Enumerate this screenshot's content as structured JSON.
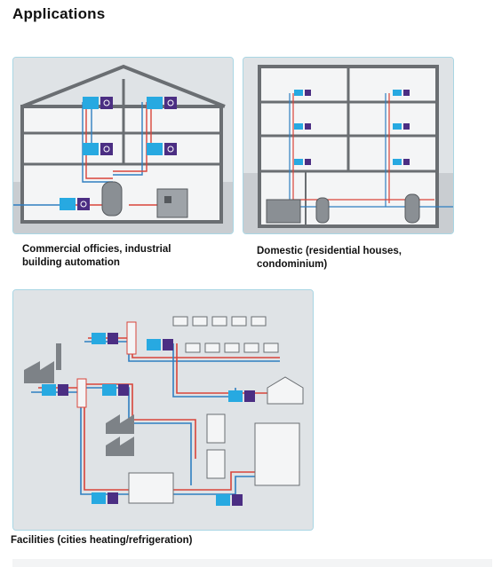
{
  "page": {
    "title": "Applications"
  },
  "panels": {
    "commercial": {
      "caption_line1": "Commercial officies, industrial",
      "caption_line2": "building automation"
    },
    "domestic": {
      "caption_line1": "Domestic (residential houses,",
      "caption_line2": "condominium)"
    },
    "facilities": {
      "caption": "Facilities (cities heating/refrigeration)"
    }
  },
  "colors": {
    "panel_bg": "#dfe3e6",
    "ground": "#c9cdd1",
    "building_line": "#6a6e72",
    "pipe_hot": "#d9443a",
    "pipe_cold": "#2f7fc1",
    "meter_device": "#27a9e1",
    "radio_module": "#4b2e83",
    "panel_border": "#a9d6e4"
  },
  "icons": {
    "meter": "water-meter-icon",
    "radio": "radio-module-icon",
    "boiler": "boiler-tank-icon",
    "factory": "factory-icon",
    "house": "house-icon"
  }
}
